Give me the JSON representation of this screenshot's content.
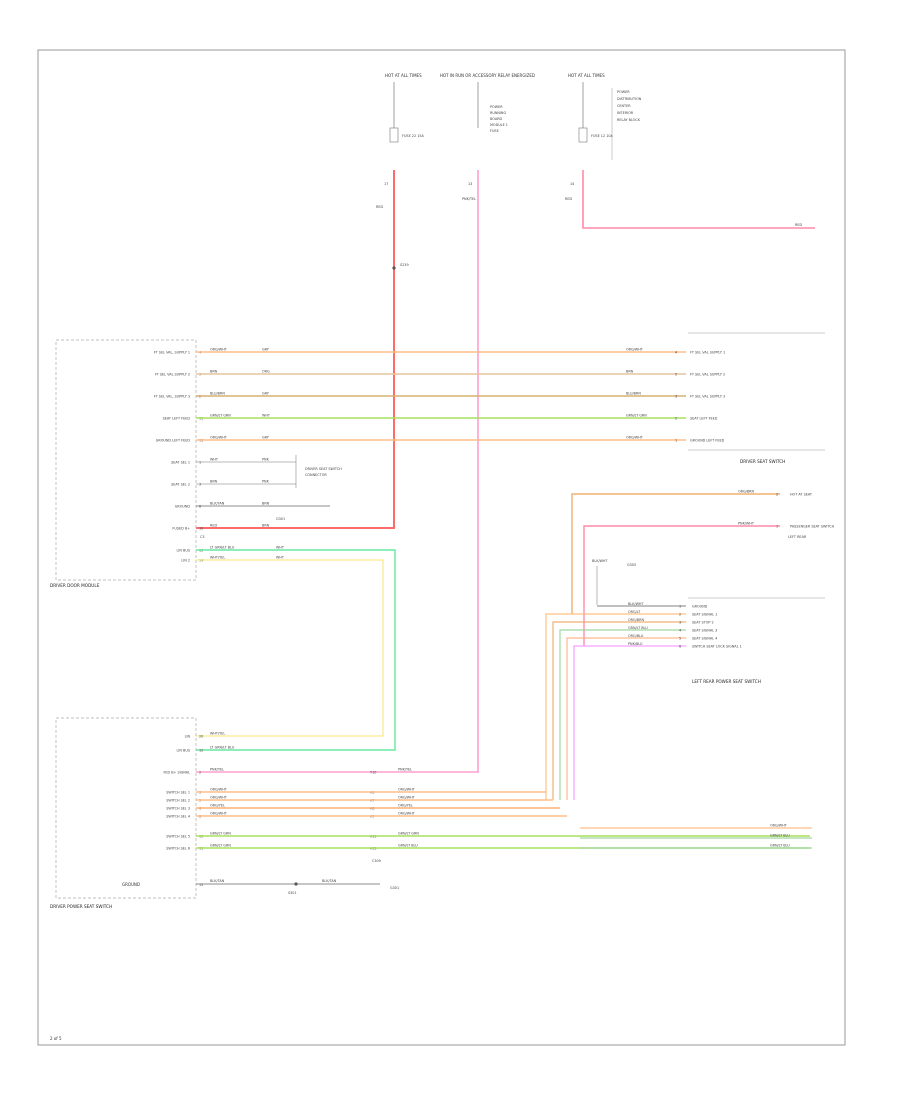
{
  "top_supplies": [
    {
      "label": "HOT AT ALL TIMES"
    },
    {
      "label": "HOT IN RUN OR ACCESSORY RELAY ENERGIZED"
    },
    {
      "label": "HOT AT ALL TIMES"
    }
  ],
  "fuse_labels": [
    "FUSE 22 15A",
    "FUSE 12 10A"
  ],
  "fuse_notes": {
    "center": [
      "POWER",
      "RUNNING",
      "BOARD",
      "MODULE 1",
      "FUSE"
    ],
    "right": [
      "POWER",
      "DISTRIBUTION",
      "CENTER",
      "INTERIOR",
      "RELAY BLOCK"
    ]
  },
  "pins": {
    "p1": "17",
    "p2": "13",
    "p3": "14"
  },
  "supply_wire_labels": {
    "red": "RED",
    "pink": "PNK/TEL",
    "right_red": "RED"
  },
  "splice_label": "S239",
  "left_module": {
    "name": "DRIVER DOOR MODULE",
    "rows": [
      {
        "pin": "4",
        "label": "FT SEL VAL, SUPPLY 1",
        "wire": "ORG/WHT",
        "code": "GRY",
        "right_wire": "ORG/WHT",
        "right_pin": "4",
        "right_label": "FT SEL VAL SUPPLY 1"
      },
      {
        "pin": "9",
        "label": "FT SEL VAL SUPPLY 2",
        "wire": "BRN",
        "code": "ORG",
        "right_wire": "BRN",
        "right_pin": "5",
        "right_label": "FT SEL VAL SUPPLY 2"
      },
      {
        "pin": "2",
        "label": "FT SEL VAL, SUPPLY 3",
        "wire": "BLU/BRN",
        "code": "GRY",
        "right_wire": "BLU/BRN",
        "right_pin": "3",
        "right_label": "FT SEL VAL SUPPLY 3"
      },
      {
        "pin": "11",
        "label": "SEAT LEFT FEED",
        "wire": "GRN/LT GRN",
        "code": "WHT",
        "right_wire": "GRN/LT GRN",
        "right_pin": "2",
        "right_label": "SEAT LEFT FEED"
      },
      {
        "pin": "13",
        "label": "GROUND LEFT FEED",
        "wire": "ORG/WHT",
        "code": "GRY",
        "right_wire": "ORG/WHT",
        "right_pin": "1",
        "right_label": "GROUND LEFT FEED"
      },
      {
        "pin": "1",
        "label": "SEAT SEL 1",
        "wire": "WHT",
        "code": "PNK",
        "right_wire": "",
        "right_pin": "",
        "right_label": ""
      },
      {
        "pin": "3",
        "label": "SEAT SEL 2",
        "wire": "BRN",
        "code": "PNK",
        "right_wire": "",
        "right_pin": "",
        "right_label": ""
      },
      {
        "pin": "8",
        "label": "GROUND",
        "wire": "BLK/TAN",
        "code": "BRN",
        "right_wire": "",
        "right_pin": "",
        "right_label": ""
      },
      {
        "pin": "10",
        "label": "FUSED B+",
        "wire": "RED",
        "code": "BRN",
        "right_wire": "",
        "right_pin": "",
        "right_label": ""
      }
    ],
    "extra_rows": [
      {
        "pin": "15",
        "label": "LIN BUS",
        "wire": "LT GRN/LT BLU",
        "code": "WHT"
      },
      {
        "pin": "14",
        "label": "LIN 2",
        "wire": "WHT/YEL",
        "code": "WHT"
      }
    ],
    "ground_label": "G301",
    "seat_note": [
      "DRIVER SEAT SWITCH",
      "CONNECTOR"
    ],
    "conn_label": "C3"
  },
  "right_switch_1": {
    "name": "DRIVER SEAT SWITCH"
  },
  "upper_right_connector": {
    "rows": [
      {
        "wire": "ORG/BRN",
        "pin": "2",
        "label": "HOT AT SEAT"
      },
      {
        "wire": "PNK/WHT",
        "pin": "1",
        "label": "PASSENGER SEAT SWITCH"
      }
    ],
    "side_note": "LEFT REAR"
  },
  "mid_right_switch": {
    "name": "LEFT REAR POWER SEAT SWITCH",
    "ground_wire": "BLK/WHT",
    "ground_label": "G305",
    "rows": [
      {
        "wire": "BLK/WHT",
        "pin": "1",
        "label": "GROUND"
      },
      {
        "wire": "ORG/LT",
        "pin": "2",
        "label": "SEAT SIGNAL 1"
      },
      {
        "wire": "ORG/BRN",
        "pin": "3",
        "label": "SEAT STOP 2"
      },
      {
        "wire": "GRN/LT BLU",
        "pin": "4",
        "label": "SEAT SIGNAL 3"
      },
      {
        "wire": "ORG/BLU",
        "pin": "5",
        "label": "SEAT SIGNAL 4"
      },
      {
        "wire": "PNK/BLU",
        "pin": "6",
        "label": "SWITCH SEAT LOCK SIGNAL 1"
      }
    ]
  },
  "bottom_module": {
    "name": "DRIVER POWER SEAT SWITCH",
    "rows": [
      {
        "pin": "20",
        "label": "LIN",
        "wire": "WHT/YEL",
        "mid_pin": "",
        "mid_wire": ""
      },
      {
        "pin": "12",
        "label": "LIN BUS",
        "wire": "LT GRN/LT BLU",
        "mid_pin": "",
        "mid_wire": ""
      },
      {
        "pin": "2",
        "label": "FED B+ SIGNAL",
        "wire": "PNK/YEL",
        "mid_pin": "T10",
        "mid_wire": "PNK/YEL"
      },
      {
        "pin": "3",
        "label": "SWITCH SEL 1",
        "wire": "ORG/WHT",
        "mid_pin": "A6",
        "mid_wire": "ORG/WHT"
      },
      {
        "pin": "5",
        "label": "SWITCH SEL 2",
        "wire": "ORG/WHT",
        "mid_pin": "A7",
        "mid_wire": "ORG/WHT"
      },
      {
        "pin": "6",
        "label": "SWITCH SEL 3",
        "wire": "ORG/YEL",
        "mid_pin": "A8",
        "mid_wire": "ORG/YEL"
      },
      {
        "pin": "8",
        "label": "SWITCH SEL 4",
        "wire": "ORG/WHT",
        "mid_pin": "A9",
        "mid_wire": "ORG/WHT"
      },
      {
        "pin": "10",
        "label": "SWITCH SEL 5",
        "wire": "GRN/LT GRN",
        "mid_pin": "A11",
        "mid_wire": "GRN/LT GRN"
      },
      {
        "pin": "11",
        "label": "SWITCH SEL 6",
        "wire": "GRN/LT GRN",
        "mid_pin": "A12",
        "mid_wire": "GRN/LT BLU"
      }
    ],
    "right_wires": [
      "ORG/WHT",
      "GRN/LT BLU",
      "GRN/LT BLU"
    ],
    "mid_conn_label": "C309",
    "ground": {
      "pin": "15",
      "label": "GROUND",
      "wire1": "BLK/TAN",
      "code": "S301",
      "wire2": "BLK/TAN",
      "gnd": "G301"
    }
  },
  "page_footer": "2 of 5"
}
